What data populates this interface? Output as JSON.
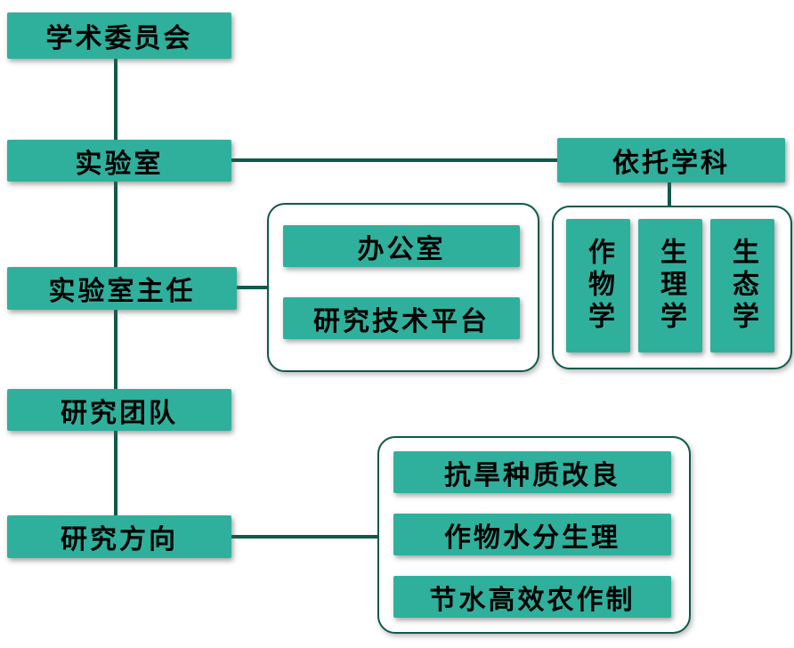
{
  "colors": {
    "box_fill": "#2fb09c",
    "line_and_border": "#0f5a4b",
    "text": "#000000",
    "background": "#ffffff"
  },
  "org_chart": {
    "main_chain": {
      "academic_committee": "学术委员会",
      "laboratory": "实验室",
      "lab_director": "实验室主任",
      "research_team": "研究团队",
      "research_direction": "研究方向"
    },
    "supporting_discipline": {
      "label": "依托学科",
      "children": {
        "crop_science": "作物学",
        "physiology": "生理学",
        "ecology": "生态学"
      }
    },
    "director_units": {
      "office": "办公室",
      "research_tech_platform": "研究技术平台"
    },
    "research_directions": {
      "drought_germplasm": "抗旱种质改良",
      "crop_water_physiology": "作物水分生理",
      "water_saving_farming": "节水高效农作制"
    }
  }
}
